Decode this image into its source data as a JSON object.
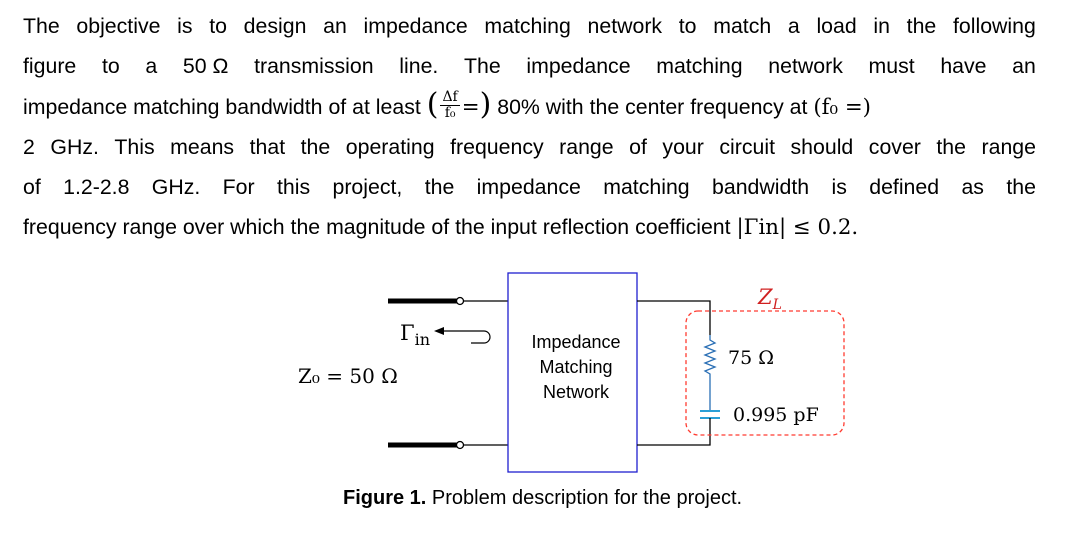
{
  "paragraph": {
    "line1": [
      "The",
      "objective",
      "is",
      "to",
      "design",
      "an",
      "impedance",
      "matching",
      "network",
      "to",
      "match",
      "a",
      "load",
      "in",
      "the",
      "following"
    ],
    "line2": [
      "figure",
      "to",
      "a",
      "50 Ω",
      "transmission",
      "line.",
      "The",
      "impedance",
      "matching",
      "network",
      "must",
      "have",
      "an"
    ],
    "line3_before": "impedance matching bandwidth of at least",
    "frac_num": "Δf",
    "frac_den": "f₀",
    "line3_eq": "=",
    "line3_after": "80% with the center frequency at",
    "line3_math": "(f₀ =)",
    "line4": [
      "2",
      "GHz.",
      "This",
      "means",
      "that",
      "the",
      "operating",
      "frequency",
      "range",
      "of",
      "your",
      "circuit",
      "should",
      "cover",
      "the",
      "range"
    ],
    "line5": [
      "of",
      "1.2-2.8",
      "GHz.",
      "For",
      "this",
      "project,",
      "the",
      "impedance",
      "matching",
      "bandwidth",
      "is",
      "defined",
      "as",
      "the"
    ],
    "line6_text": "frequency range over which the magnitude of the input reflection coefficient",
    "line6_math": "|Γin| ≤ 0.2."
  },
  "figure": {
    "gamma_label": "Γ",
    "gamma_sub": "in",
    "z0_label": "Z₀ = 50 Ω",
    "network_line1": "Impedance",
    "network_line2": "Matching",
    "network_line3": "Network",
    "zl_label": "Z",
    "zl_sub": "L",
    "resistor_value": "75 Ω",
    "capacitor_value": "0.995 pF"
  },
  "caption": {
    "label": "Figure 1.",
    "text": "Problem description for the project."
  },
  "colors": {
    "network_box": "#1f1fd0",
    "load_dash": "#ff3b30",
    "zl_label": "#d02020",
    "resistor": "#2a6fb5",
    "capacitor": "#2a9fd6"
  }
}
